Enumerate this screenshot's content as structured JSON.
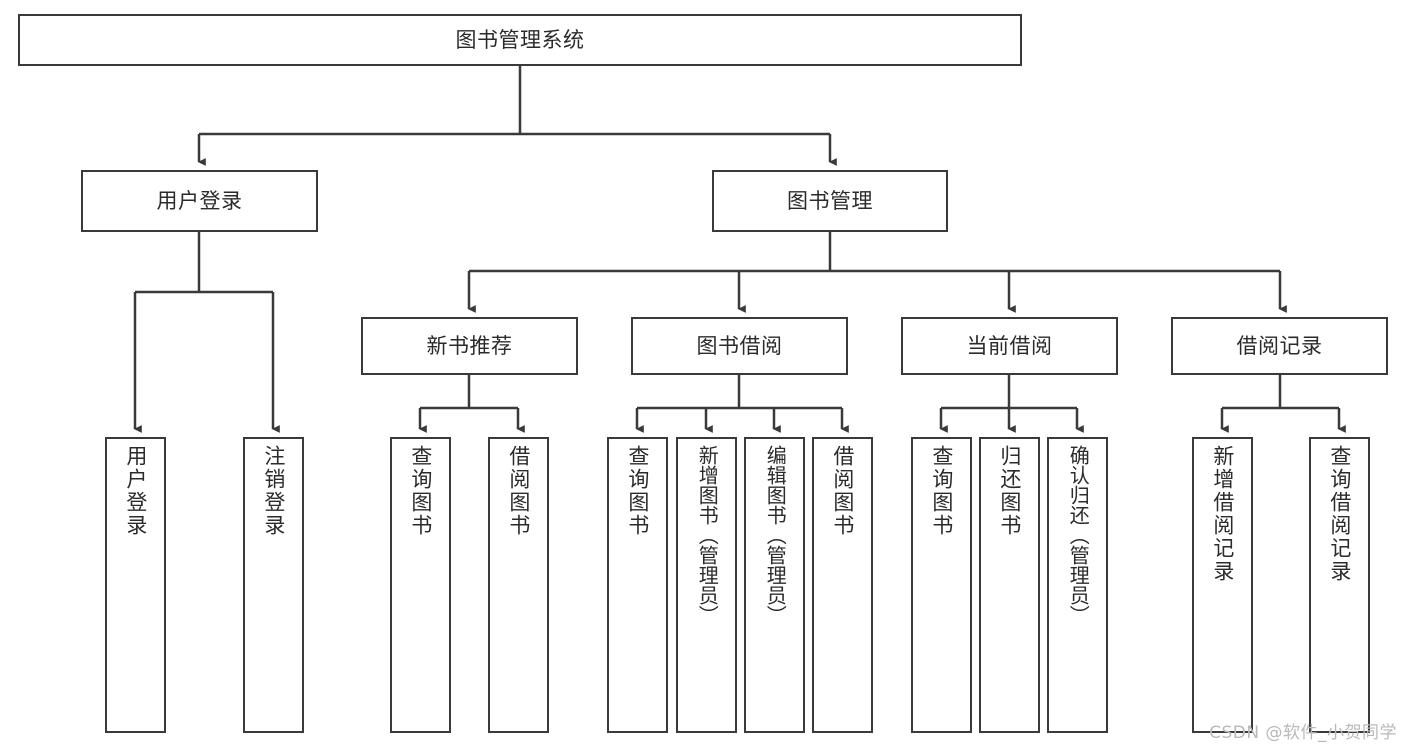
{
  "diagram": {
    "title": "图书管理系统",
    "type": "tree-hierarchy-chart",
    "orientation": "top-down",
    "colors": {
      "box_border": "#3a3a3a",
      "box_fill": "#ffffff",
      "connector": "#3a3a3a",
      "text": "#2b2b2b",
      "watermark": "#b9b9b9",
      "background": "#ffffff"
    }
  },
  "root": {
    "label": "图书管理系统"
  },
  "level2": [
    {
      "label": "用户登录"
    },
    {
      "label": "图书管理"
    }
  ],
  "level3": [
    {
      "label": "新书推荐"
    },
    {
      "label": "图书借阅"
    },
    {
      "label": "当前借阅"
    },
    {
      "label": "借阅记录"
    }
  ],
  "leaves": {
    "user_login": [
      {
        "label": "用户登录"
      },
      {
        "label": "注销登录"
      }
    ],
    "new_book_recommend": [
      {
        "label": "查询图书"
      },
      {
        "label": "借阅图书"
      }
    ],
    "book_borrow": [
      {
        "label": "查询图书"
      },
      {
        "label": "新增图书（管理员）"
      },
      {
        "label": "编辑图书（管理员）"
      },
      {
        "label": "借阅图书"
      }
    ],
    "current_borrow": [
      {
        "label": "查询图书"
      },
      {
        "label": "归还图书"
      },
      {
        "label": "确认归还（管理员）"
      }
    ],
    "borrow_record": [
      {
        "label": "新增借阅记录"
      },
      {
        "label": "查询借阅记录"
      }
    ]
  },
  "watermark": {
    "text": "CSDN @软件_小贺同学"
  }
}
